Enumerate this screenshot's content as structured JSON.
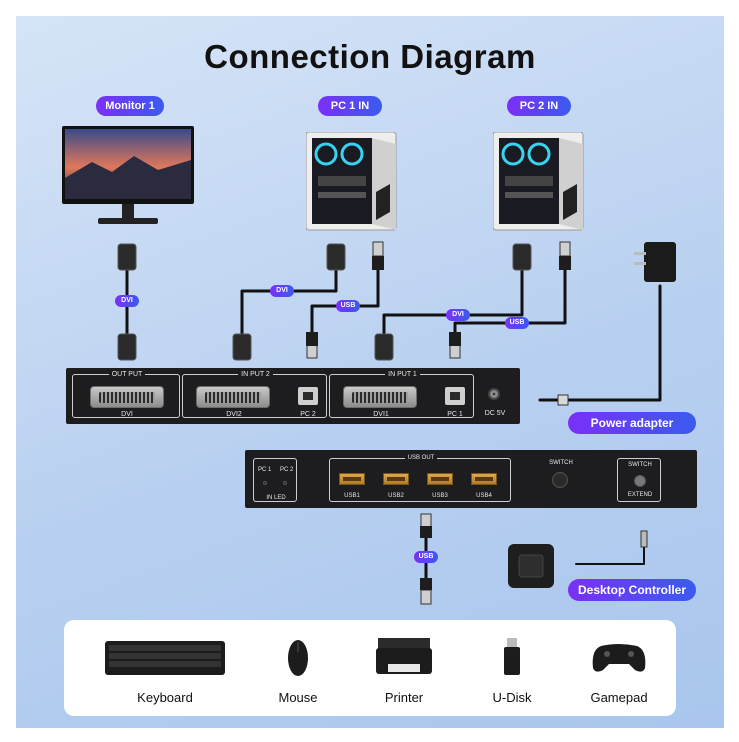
{
  "title": "Connection Diagram",
  "nodes": {
    "monitor": "Monitor 1",
    "pc1": "PC 1 IN",
    "pc2": "PC 2 IN",
    "power": "Power adapter",
    "controller": "Desktop Controller"
  },
  "cable_tags": {
    "dvi": "DVI",
    "usb": "USB"
  },
  "switch_back": {
    "output_header": "OUT PUT",
    "output_label": "DVI",
    "input2_header": "IN PUT 2",
    "input2_dvi": "DVI2",
    "input2_pc": "PC 2",
    "input1_header": "IN PUT 1",
    "input1_dvi": "DVI1",
    "input1_pc": "PC 1",
    "dc": "DC 5V"
  },
  "switch_front": {
    "led_pc1": "PC 1",
    "led_pc2": "PC 2",
    "led_label": "IN LED",
    "usb_out": "USB OUT",
    "usb_ports": [
      "USB1",
      "USB2",
      "USB3",
      "USB4"
    ],
    "switch_label": "SWITCH",
    "switch2_label": "SWITCH",
    "extend_label": "EXTEND"
  },
  "devices": [
    "Keyboard",
    "Mouse",
    "Printer",
    "U-Disk",
    "Gamepad"
  ]
}
